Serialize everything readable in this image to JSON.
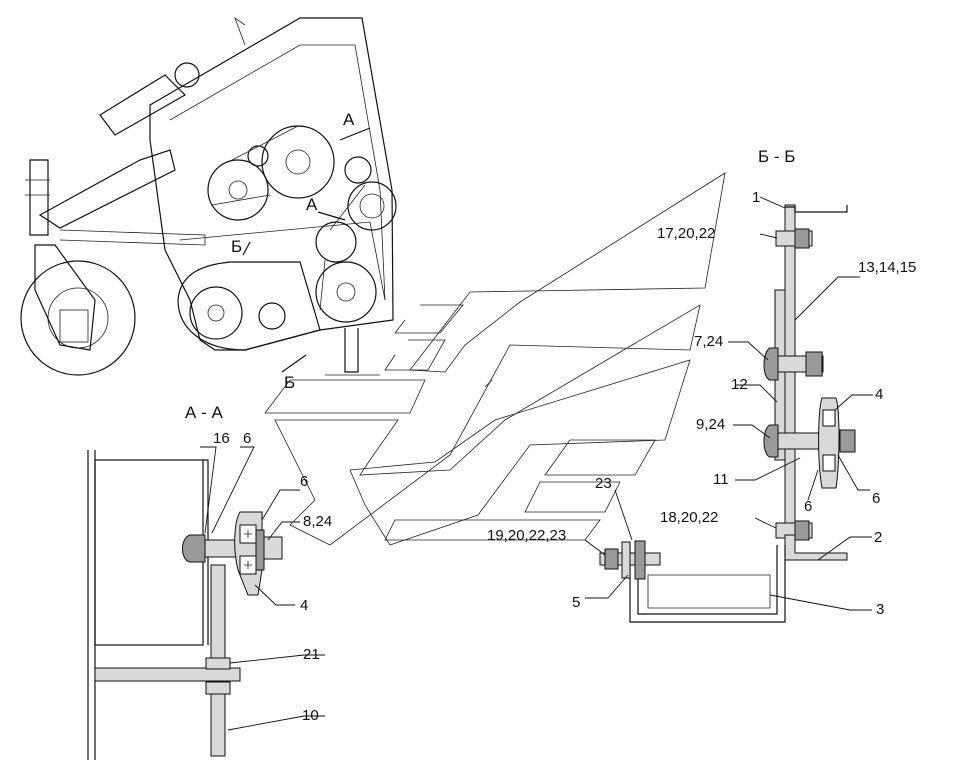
{
  "section_titles": {
    "a_a": "А - А",
    "b_b": "Б - Б"
  },
  "section_markers": {
    "a": "А",
    "b": "Б"
  },
  "callouts_aa": {
    "c16": "16",
    "c6a": "6",
    "c6b": "6",
    "c8_24": "8,24",
    "c4": "4",
    "c21": "21",
    "c10": "10"
  },
  "callouts_bb": {
    "c1": "1",
    "c17_20_22": "17,20,22",
    "c13_14_15": "13,14,15",
    "c7_24": "7,24",
    "c12": "12",
    "c4": "4",
    "c9_24": "9,24",
    "c11": "11",
    "c6a": "6",
    "c6b": "6",
    "c18_20_22": "18,20,22",
    "c2": "2",
    "c23": "23",
    "c19_20_22_23": "19,20,22,23",
    "c5": "5",
    "c3": "3"
  }
}
